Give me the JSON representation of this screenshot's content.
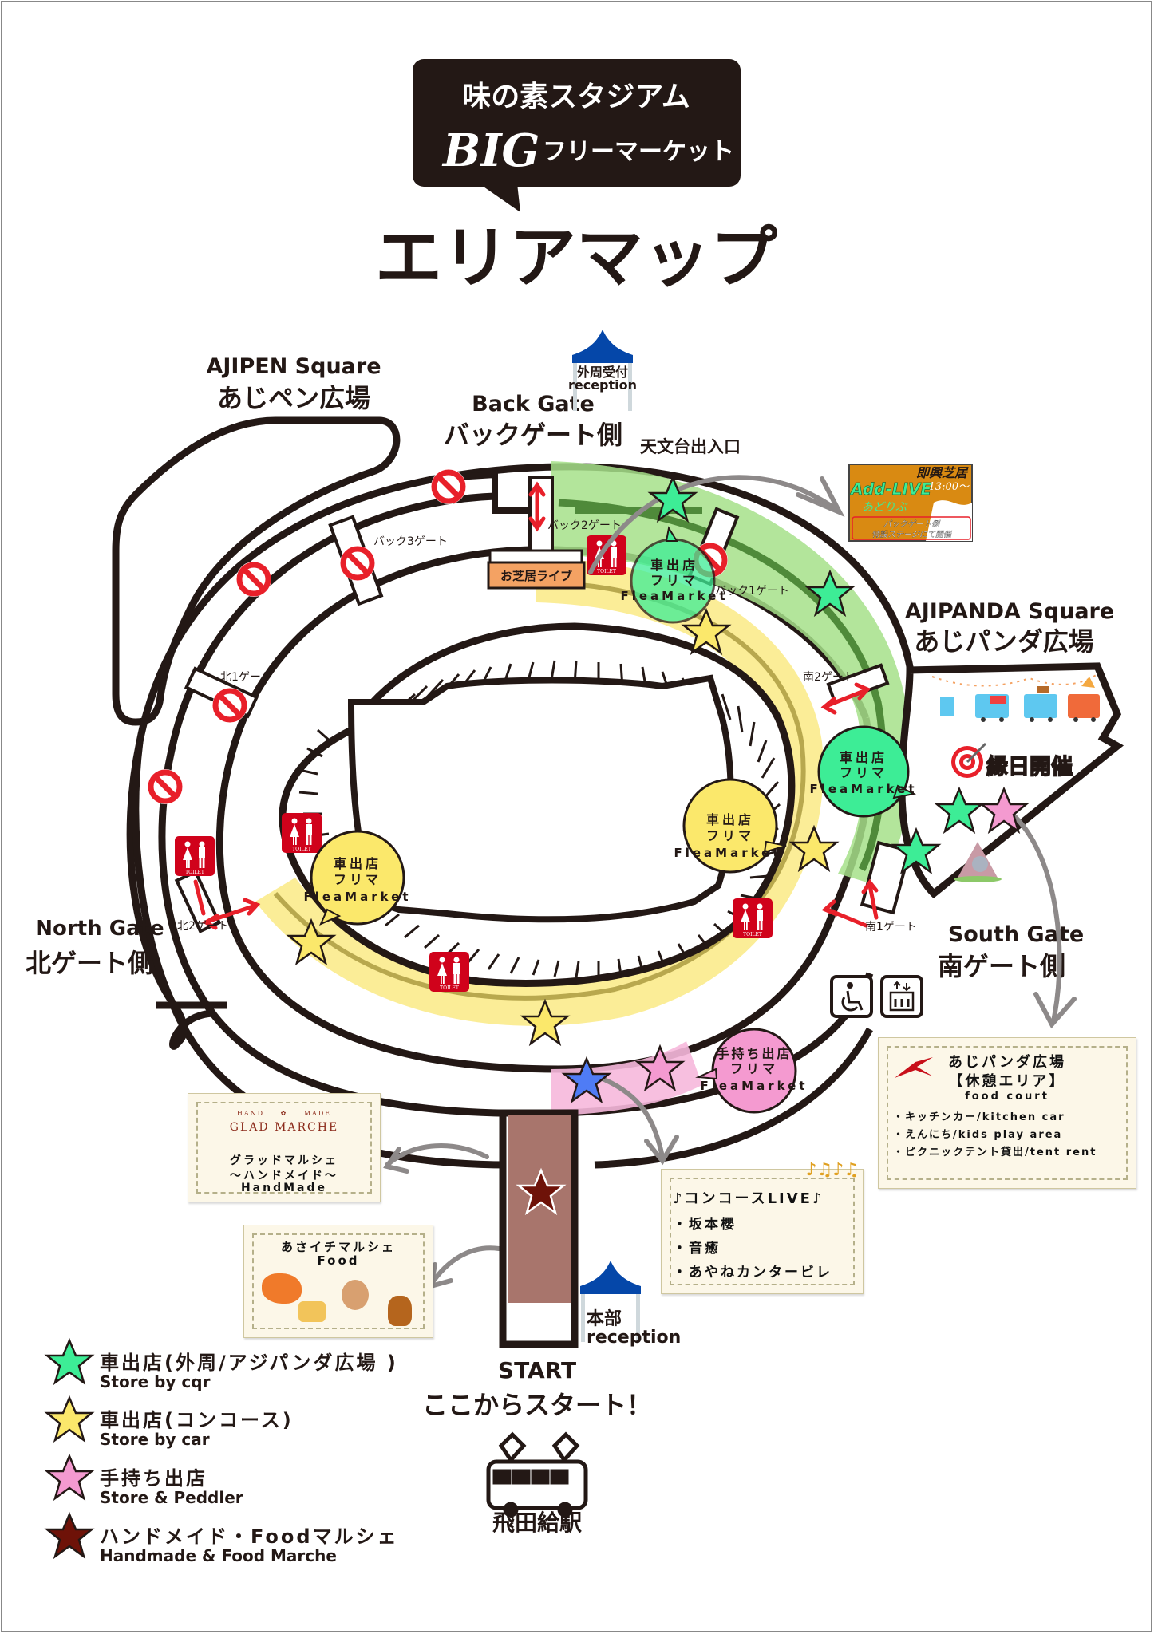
{
  "header": {
    "venue": "味の素スタジアム",
    "event_big": "BIG",
    "event_sub": "フリーマーケット",
    "title": "エリアマップ"
  },
  "areas": {
    "ajipen": {
      "en": "AJIPEN Square",
      "jp": "あじペン広場"
    },
    "back_gate": {
      "en": "Back Gate",
      "jp": "バックゲート側"
    },
    "observatory": "天文台出入口",
    "outer_reception": {
      "jp": "外周受付",
      "en": "reception"
    },
    "ajipanda": {
      "en": "AJIPANDA Square",
      "jp": "あじパンダ広場"
    },
    "north_gate": {
      "en": "North Gate",
      "jp": "北ゲート側"
    },
    "south_gate": {
      "en": "South Gate",
      "jp": "南ゲート側"
    },
    "ennichi": "縁日開催"
  },
  "gates": {
    "back1": "バック1ゲート",
    "back2": "バック2ゲート",
    "back3": "バック3ゲート",
    "north1": "北1ゲート",
    "north2": "北2ゲート",
    "south1": "南1ゲート",
    "south2": "南2ゲート"
  },
  "stage": {
    "label": "お芝居ライブ"
  },
  "toilet_label": "TOILET",
  "bubbles": {
    "green_line1": "車出店",
    "green_line2": "フリマ",
    "green_line3": "FleaMarket",
    "yellow_line1": "車出店",
    "yellow_line2": "フリマ",
    "yellow_line3": "FleaMarket",
    "pink_line1": "手持ち出店",
    "pink_line2": "フリマ",
    "pink_line3": "FleaMarket"
  },
  "addlive": {
    "title": "即興芝居",
    "time": "13:00〜",
    "name": "Add-LIVE",
    "kana": "あどりぶ",
    "note_line1": "バックゲート側",
    "note_line2": "特設ステージにて開催"
  },
  "ajipanda_note": {
    "title1": "あじパンダ広場",
    "title2": "【休憩エリア】",
    "subtitle": "food court",
    "items": [
      "・キッチンカー/kitchen car",
      "・えんにち/kids play area",
      "・ピクニックテント貸出/tent rent"
    ]
  },
  "concourse_live": {
    "title": "♪コンコースLIVE♪",
    "items": [
      "・坂本櫻",
      "・音癒",
      "・あやねカンタービレ"
    ]
  },
  "glad_marche": {
    "logo_top_left": "HAND",
    "logo_top_right": "MADE",
    "logo": "GLAD MARCHE",
    "line1": "グラッドマルシェ",
    "line2": "〜ハンドメイド〜",
    "line3": "HandMade"
  },
  "asaichi": {
    "line1": "あさイチマルシェ",
    "line2": "Food"
  },
  "start": {
    "hq_jp": "本部",
    "hq_en": "reception",
    "en": "START",
    "jp": "ここからスタート！",
    "station": "飛田給駅"
  },
  "legend": [
    {
      "jp": "車出店(外周/アジパンダ広場 )",
      "en": "Store by cqr",
      "color": "#3ded96",
      "icon": "star-green"
    },
    {
      "jp": "車出店(コンコース)",
      "en": "Store by car",
      "color": "#fbe86b",
      "icon": "star-yellow"
    },
    {
      "jp": "手持ち出店",
      "en": "Store & Peddler",
      "color": "#f49ad0",
      "icon": "star-pink"
    },
    {
      "jp": "ハンドメイド・Foodマルシェ",
      "en": "Handmade & Food Marche",
      "color": "#6e1208",
      "icon": "star-brown"
    }
  ],
  "colors": {
    "ink": "#231815",
    "green_zone": "#a6e08a",
    "green_stripe": "#4f8a3a",
    "yellow_zone": "#fbeb8c",
    "pink_zone": "#f6b8dc",
    "brown_path": "#a8756c",
    "stage": "#f4a263",
    "toilet": "#d0021b",
    "no_entry": "#e8202a",
    "tent": "#0547a9",
    "addlive_bg": "#d98a12",
    "blue_star": "#4f7cf5",
    "note_bg": "#fcf7e8"
  }
}
